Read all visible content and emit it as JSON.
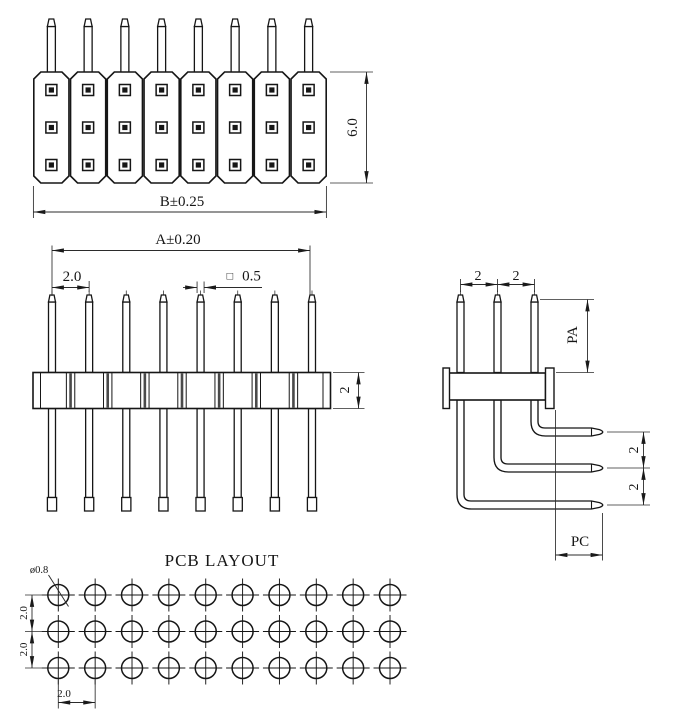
{
  "drawing": {
    "front_view": {
      "positions": 8,
      "contact_rows": 3,
      "dim_width": "B±0.25",
      "dim_height": "6.0"
    },
    "side_view": {
      "positions": 8,
      "dim_overall": "A±0.20",
      "dim_pitch": "2.0",
      "dim_pin_symbol": "□",
      "dim_pin_value": "0.5",
      "dim_body_height": "2"
    },
    "right_angle_view": {
      "positions": 3,
      "dim_pitch_a": "2",
      "dim_pitch_b": "2",
      "dim_pin_length": "PA",
      "dim_tail_gap_a": "2",
      "dim_tail_gap_b": "2",
      "dim_tail_length": "PC"
    },
    "pcb_layout": {
      "title": "PCB LAYOUT",
      "rows": 3,
      "cols": 10,
      "dim_hole": "ø0.8",
      "dim_row_pitch_a": "2.0",
      "dim_row_pitch_b": "2.0",
      "dim_col_pitch": "2.0"
    }
  }
}
